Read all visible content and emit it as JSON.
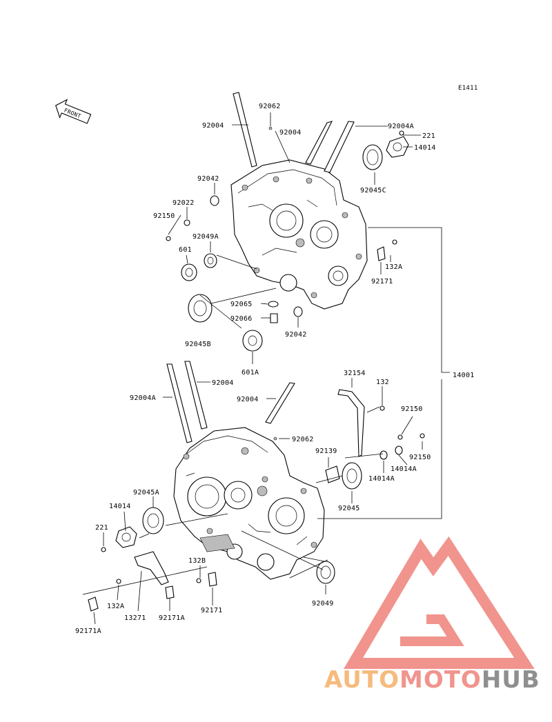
{
  "diagram_code": "E1411",
  "front_label": "FRONT",
  "part_labels": [
    {
      "id": "l-92062-top",
      "text": "92062"
    },
    {
      "id": "l-92004-top1",
      "text": "92004"
    },
    {
      "id": "l-92004-top2",
      "text": "92004"
    },
    {
      "id": "l-92004A-top",
      "text": "92004A"
    },
    {
      "id": "l-221-top",
      "text": "221"
    },
    {
      "id": "l-14014-top",
      "text": "14014"
    },
    {
      "id": "l-92042-top",
      "text": "92042"
    },
    {
      "id": "l-92045C",
      "text": "92045C"
    },
    {
      "id": "l-92022",
      "text": "92022"
    },
    {
      "id": "l-92150-left",
      "text": "92150"
    },
    {
      "id": "l-92049A",
      "text": "92049A"
    },
    {
      "id": "l-601",
      "text": "601"
    },
    {
      "id": "l-132A-top",
      "text": "132A"
    },
    {
      "id": "l-92171-top",
      "text": "92171"
    },
    {
      "id": "l-92065",
      "text": "92065"
    },
    {
      "id": "l-92066",
      "text": "92066"
    },
    {
      "id": "l-92045B",
      "text": "92045B"
    },
    {
      "id": "l-92042-mid",
      "text": "92042"
    },
    {
      "id": "l-601A",
      "text": "601A"
    },
    {
      "id": "l-14001",
      "text": "14001"
    },
    {
      "id": "l-32154",
      "text": "32154"
    },
    {
      "id": "l-132",
      "text": "132"
    },
    {
      "id": "l-92004-low1",
      "text": "92004"
    },
    {
      "id": "l-92004A-low",
      "text": "92004A"
    },
    {
      "id": "l-92004-low2",
      "text": "92004"
    },
    {
      "id": "l-92150-r1",
      "text": "92150"
    },
    {
      "id": "l-92062-low",
      "text": "92062"
    },
    {
      "id": "l-92139",
      "text": "92139"
    },
    {
      "id": "l-92150-r2",
      "text": "92150"
    },
    {
      "id": "l-14014A-1",
      "text": "14014A"
    },
    {
      "id": "l-14014A-2",
      "text": "14014A"
    },
    {
      "id": "l-92045A",
      "text": "92045A"
    },
    {
      "id": "l-14014-low",
      "text": "14014"
    },
    {
      "id": "l-92045",
      "text": "92045"
    },
    {
      "id": "l-221-low",
      "text": "221"
    },
    {
      "id": "l-132B",
      "text": "132B"
    },
    {
      "id": "l-132A-low",
      "text": "132A"
    },
    {
      "id": "l-13271",
      "text": "13271"
    },
    {
      "id": "l-92171A-1",
      "text": "92171A"
    },
    {
      "id": "l-92171-low",
      "text": "92171"
    },
    {
      "id": "l-92049",
      "text": "92049"
    },
    {
      "id": "l-92171A-2",
      "text": "92171A"
    }
  ],
  "watermark": {
    "part1": "AUTO",
    "part2": "MOTO",
    "part3": "HUB",
    "colors": {
      "auto": "#f5b878",
      "moto": "#f08f87",
      "hub": "#8a8a8a",
      "triangle": "#f08f87"
    }
  }
}
